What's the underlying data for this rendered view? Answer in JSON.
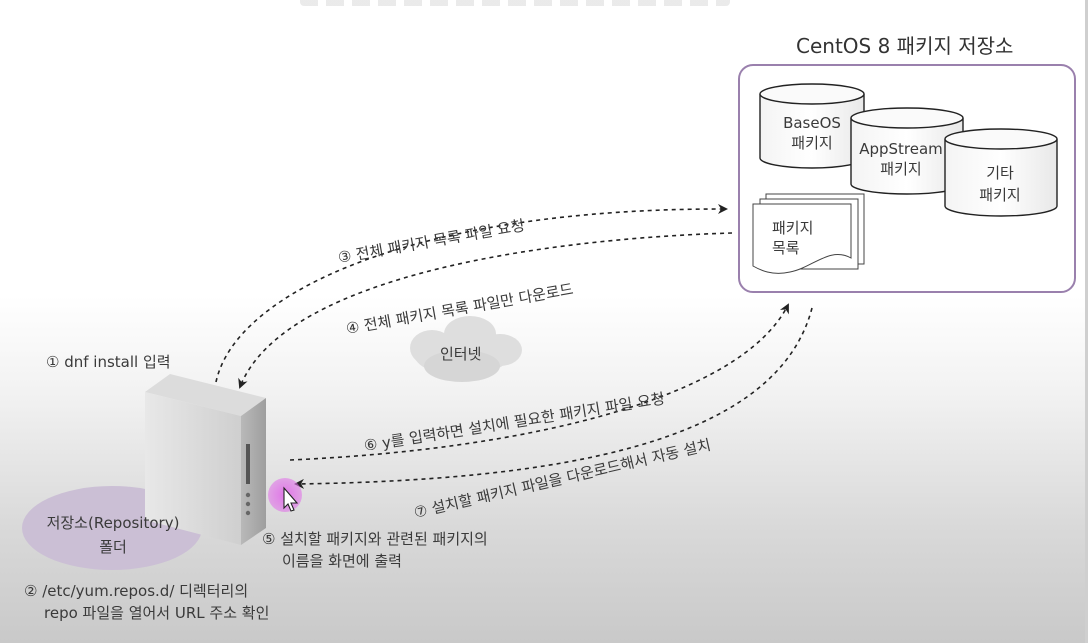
{
  "repository": {
    "title": "CentOS 8 패키지 저장소",
    "baseos": [
      "BaseOS",
      "패키지"
    ],
    "appstream": [
      "AppStream",
      "패키지"
    ],
    "other": [
      "기타",
      "패키지"
    ],
    "package_list": [
      "패키지",
      "목록"
    ]
  },
  "internet_label": "인터넷",
  "steps": {
    "s1": "① dnf install 입력",
    "s2": [
      "② /etc/yum.repos.d/ 디렉터리의",
      "repo 파일을 열어서 URL 주소 확인"
    ],
    "s3": "③ 전체 패키지 목록 파일 요청",
    "s4": "④ 전체 패키지 목록 파일만 다운로드",
    "s5": [
      "⑤ 설치할 패키지와 관련된 패키지의",
      "이름을 화면에 출력"
    ],
    "s6": "⑥ y를 입력하면 설치에 필요한 패키지 파일 요청",
    "s7": "⑦ 설치할 패키지 파일을 다운로드해서 자동 설치"
  },
  "local_repo": [
    "저장소(Repository)",
    "폴더"
  ],
  "colors": {
    "repo_border": "#9a80ad",
    "local_repo_fill": "#cbbfd5",
    "cursor_highlight": "#e070e8",
    "cloud_fill": "#dedede"
  }
}
